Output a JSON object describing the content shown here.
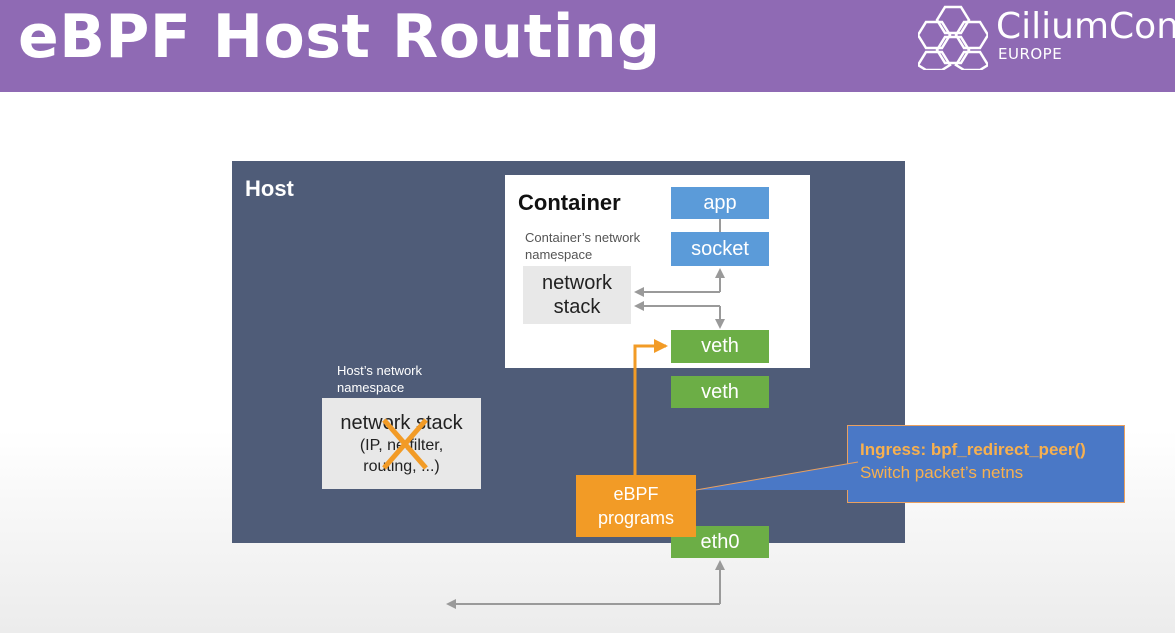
{
  "header": {
    "title": "eBPF Host Routing",
    "logo_name": "CiliumCon",
    "logo_sub": "EUROPE"
  },
  "host": {
    "label": "Host",
    "namespace_label": "Host’s network namespace",
    "stack_title": "network stack",
    "stack_detail_1": "(IP, netfilter,",
    "stack_detail_2": "routing, ...)"
  },
  "container": {
    "label": "Container",
    "namespace_label": "Container’s network namespace",
    "stack_line1": "network",
    "stack_line2": "stack",
    "app": "app",
    "socket": "socket",
    "veth_inner": "veth"
  },
  "veth_outer": "veth",
  "ebpf": {
    "line1": "eBPF",
    "line2": "programs"
  },
  "eth0": "eth0",
  "callout": {
    "title": "Ingress: bpf_redirect_peer()",
    "subtitle": "Switch packet’s netns"
  },
  "colors": {
    "header": "#8f6ab4",
    "host": "#4f5c78",
    "blue": "#5b9bd9",
    "green": "#6cae46",
    "orange": "#f29b26",
    "callout": "#4a78c6"
  }
}
